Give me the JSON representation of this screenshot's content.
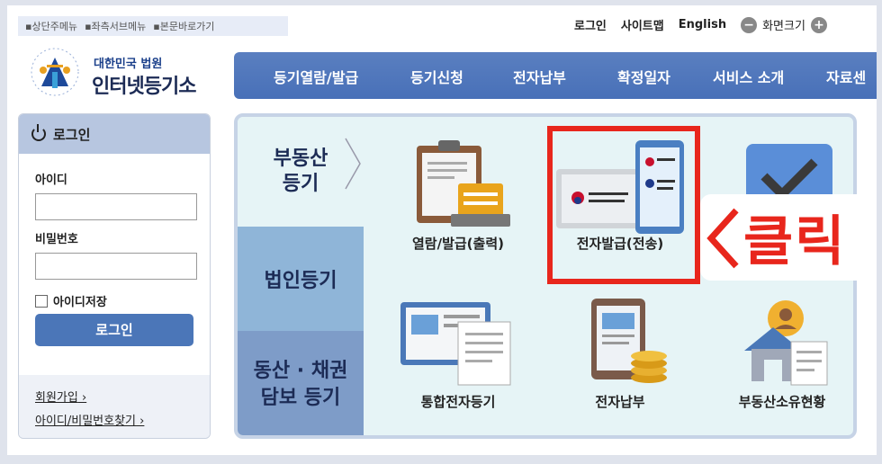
{
  "skip_links": [
    "▪상단주메뉴",
    "▪좌측서브메뉴",
    "▪본문바로가기"
  ],
  "util": {
    "login": "로그인",
    "sitemap": "사이트맵",
    "english": "English",
    "screen_size": "화면크기"
  },
  "logo": {
    "subtitle": "대한민국 법원",
    "title": "인터넷등기소"
  },
  "nav": [
    "등기열람/발급",
    "등기신청",
    "전자납부",
    "확정일자",
    "서비스 소개",
    "자료센"
  ],
  "login_box": {
    "title": "로그인",
    "id_label": "아이디",
    "pw_label": "비밀번호",
    "save_id": "아이디저장",
    "button": "로그인",
    "join": "회원가입",
    "find": "아이디/비밀번호찾기"
  },
  "side_tabs": [
    "부동산\n등기",
    "법인등기",
    "동산 · 채권\n담보 등기"
  ],
  "services": [
    "열람/발급(출력)",
    "전자발급(전송)",
    "통합전자등기",
    "전자납부",
    "부동산소유현황"
  ],
  "callout": {
    "text": "클릭"
  },
  "colors": {
    "nav": "#4870b8",
    "highlight": "#e8261c",
    "panel": "#e6f4f6"
  }
}
